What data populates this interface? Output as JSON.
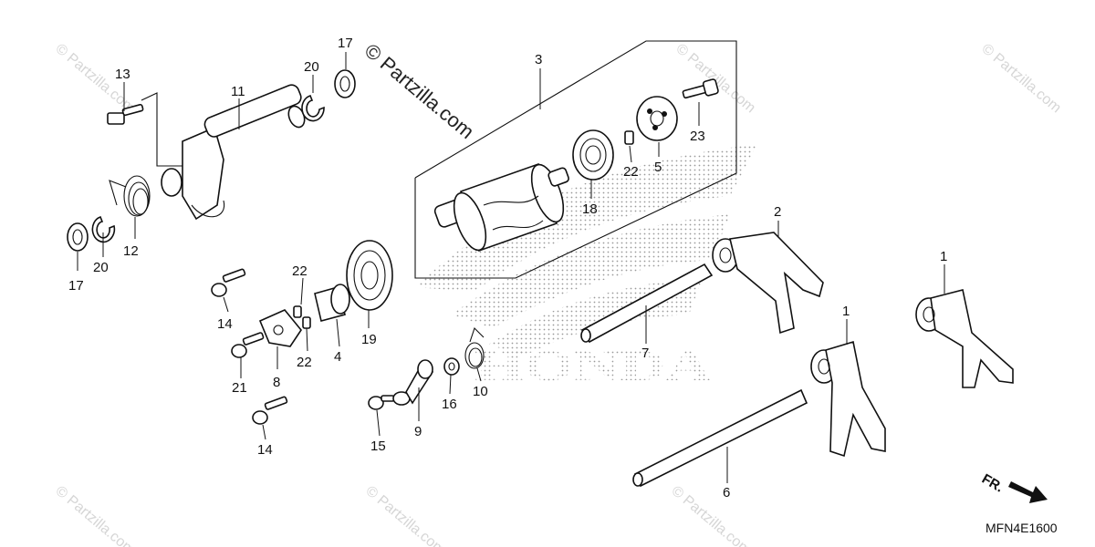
{
  "watermark": {
    "main": "© Partzilla.com",
    "faint": "© Partzilla.com"
  },
  "logo": {
    "brand": "HONDA"
  },
  "direction_marker": {
    "label": "FR."
  },
  "diagram_code": "MFN4E1600",
  "callouts": {
    "c1a": "1",
    "c1b": "1",
    "c2": "2",
    "c3": "3",
    "c4": "4",
    "c5": "5",
    "c6": "6",
    "c7": "7",
    "c8": "8",
    "c9": "9",
    "c10": "10",
    "c11": "11",
    "c12": "12",
    "c13": "13",
    "c14a": "14",
    "c14b": "14",
    "c15": "15",
    "c16": "16",
    "c17a": "17",
    "c17b": "17",
    "c18": "18",
    "c19": "19",
    "c20a": "20",
    "c20b": "20",
    "c21": "21",
    "c22a": "22",
    "c22b": "22",
    "c22c": "22",
    "c23": "23"
  }
}
